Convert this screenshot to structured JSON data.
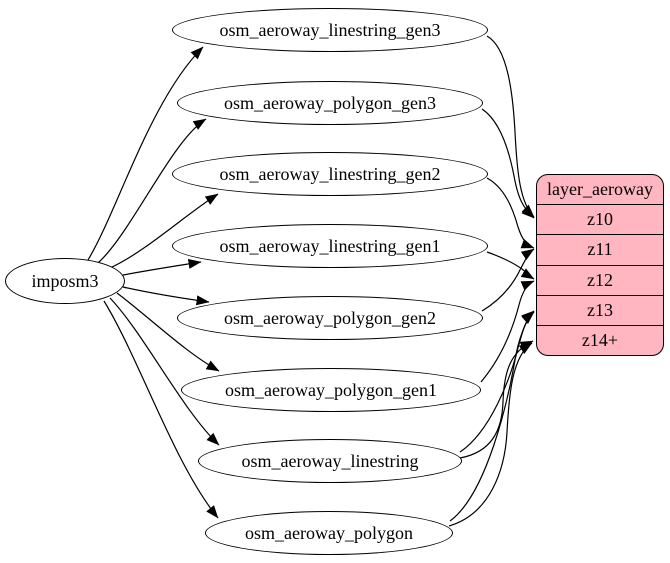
{
  "diagram": {
    "background_color": "#ffffff",
    "edge_color": "#000000",
    "node_fill_color": "#ffffff",
    "layer_fill_color": "#ffb6c1",
    "source": {
      "label": "imposm3"
    },
    "tables": [
      {
        "label": "osm_aeroway_linestring_gen3"
      },
      {
        "label": "osm_aeroway_polygon_gen3"
      },
      {
        "label": "osm_aeroway_linestring_gen2"
      },
      {
        "label": "osm_aeroway_linestring_gen1"
      },
      {
        "label": "osm_aeroway_polygon_gen2"
      },
      {
        "label": "osm_aeroway_polygon_gen1"
      },
      {
        "label": "osm_aeroway_linestring"
      },
      {
        "label": "osm_aeroway_polygon"
      }
    ],
    "layer": {
      "title": "layer_aeroway",
      "rows": [
        "z10",
        "z11",
        "z12",
        "z13",
        "z14+"
      ]
    },
    "edges": [
      {
        "from": "imposm3",
        "to": "osm_aeroway_linestring_gen3"
      },
      {
        "from": "imposm3",
        "to": "osm_aeroway_polygon_gen3"
      },
      {
        "from": "imposm3",
        "to": "osm_aeroway_linestring_gen2"
      },
      {
        "from": "imposm3",
        "to": "osm_aeroway_linestring_gen1"
      },
      {
        "from": "imposm3",
        "to": "osm_aeroway_polygon_gen2"
      },
      {
        "from": "imposm3",
        "to": "osm_aeroway_polygon_gen1"
      },
      {
        "from": "imposm3",
        "to": "osm_aeroway_linestring"
      },
      {
        "from": "imposm3",
        "to": "osm_aeroway_polygon"
      },
      {
        "from": "osm_aeroway_linestring_gen3",
        "to": "z10"
      },
      {
        "from": "osm_aeroway_polygon_gen3",
        "to": "z10"
      },
      {
        "from": "osm_aeroway_linestring_gen2",
        "to": "z11"
      },
      {
        "from": "osm_aeroway_polygon_gen2",
        "to": "z11"
      },
      {
        "from": "osm_aeroway_linestring_gen1",
        "to": "z12"
      },
      {
        "from": "osm_aeroway_polygon_gen1",
        "to": "z12"
      },
      {
        "from": "osm_aeroway_linestring",
        "to": "z13"
      },
      {
        "from": "osm_aeroway_polygon",
        "to": "z13"
      },
      {
        "from": "osm_aeroway_linestring",
        "to": "z14+"
      },
      {
        "from": "osm_aeroway_polygon",
        "to": "z14+"
      }
    ]
  }
}
